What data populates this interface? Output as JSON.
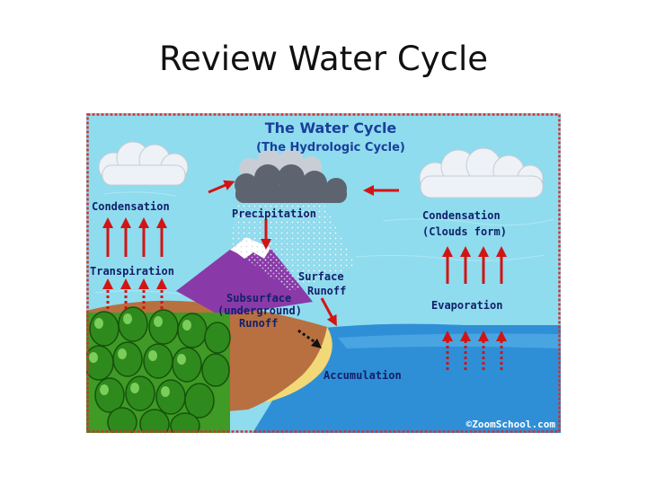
{
  "slide": {
    "title": "Review Water Cycle"
  },
  "diagram": {
    "title": "The Water Cycle",
    "subtitle": "(The Hydrologic Cycle)",
    "labels": {
      "condensation_left": "Condensation",
      "precipitation": "Precipitation",
      "condensation_right": "Condensation",
      "clouds_form": "(Clouds form)",
      "transpiration": "Transpiration",
      "surface": "Surface",
      "runoff": "Runoff",
      "subsurface": "Subsurface",
      "underground": "(underground)",
      "subsurface_runoff": "Runoff",
      "evaporation": "Evaporation",
      "accumulation": "Accumulation",
      "credit": "©ZoomSchool.com"
    },
    "colors": {
      "sky": "#8fdcee",
      "sea": "#2f8fd6",
      "land": "#b87040",
      "mountain": "#8a3aa8",
      "title": "#1a3f9a",
      "label": "#13206a",
      "arrow": "#d21414",
      "border": "#cc3333",
      "tree": "#2e8a1c"
    },
    "icons": {
      "cloud_left": "cloud-icon",
      "cloud_right": "cloud-icon",
      "rain_cloud": "rain-cloud-icon",
      "trees": "tree-icon",
      "mountain": "mountain-icon"
    }
  }
}
